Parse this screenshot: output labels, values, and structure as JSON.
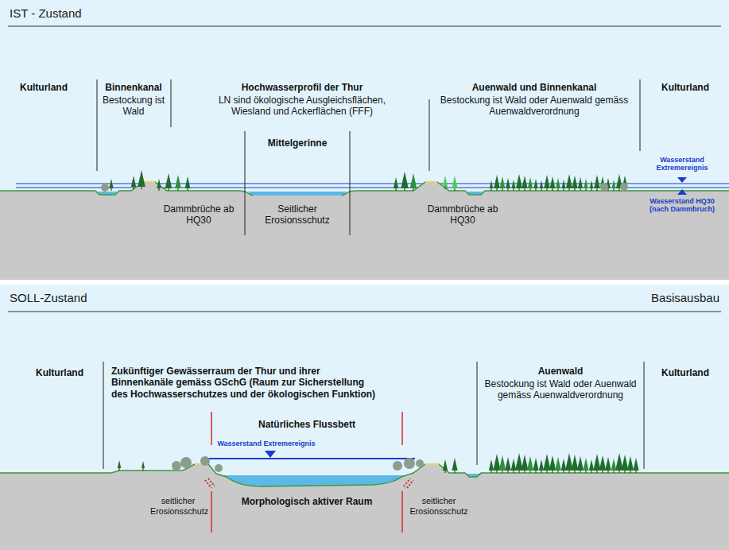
{
  "diagram": {
    "nodes": [
      {
        "text": [
          "IST - Zustand"
        ]
      },
      {
        "text": [
          "SOLL-Zustand",
          "Basisausbau"
        ]
      }
    ],
    "labels": [
      "Kulturland",
      "Binnenkanal",
      "Bestockung ist Wald",
      "Hochwasserprofil der Thur",
      "LN sind ökologische Ausgleichsflächen, Wiesland und Ackerflächen (FFF)",
      "Mittelgerinne",
      "Auenwald und Binnenkanal",
      "Bestockung ist Wald oder Auenwald gemäss Auenwaldverordnung",
      "Kulturland",
      "Wasserstand Extremereignis",
      "Wasserstand HQ30 (nach Dammbruch)",
      "Dammbrüche ab HQ30",
      "Seitlicher Erosionsschutz",
      "Dammbrüche ab HQ30",
      "Kulturland",
      "Zukünftiger Gewässerraum der Thur und ihrer Binnenkanäle gemäss GSchG (Raum zur Sicherstellung des Hochwasserschutzes und der ökologischen Funktion)",
      "Auenwald",
      "Bestockung ist Wald oder Auenwald gemäss Auenwaldverordnung",
      "Kulturland",
      "Natürliches Flussbett",
      "Wasserstand Extremereignis",
      "seitlicher Erosionsschutz",
      "Morphologisch aktiver Raum",
      "seitlicher Erosionsschutz"
    ]
  }
}
